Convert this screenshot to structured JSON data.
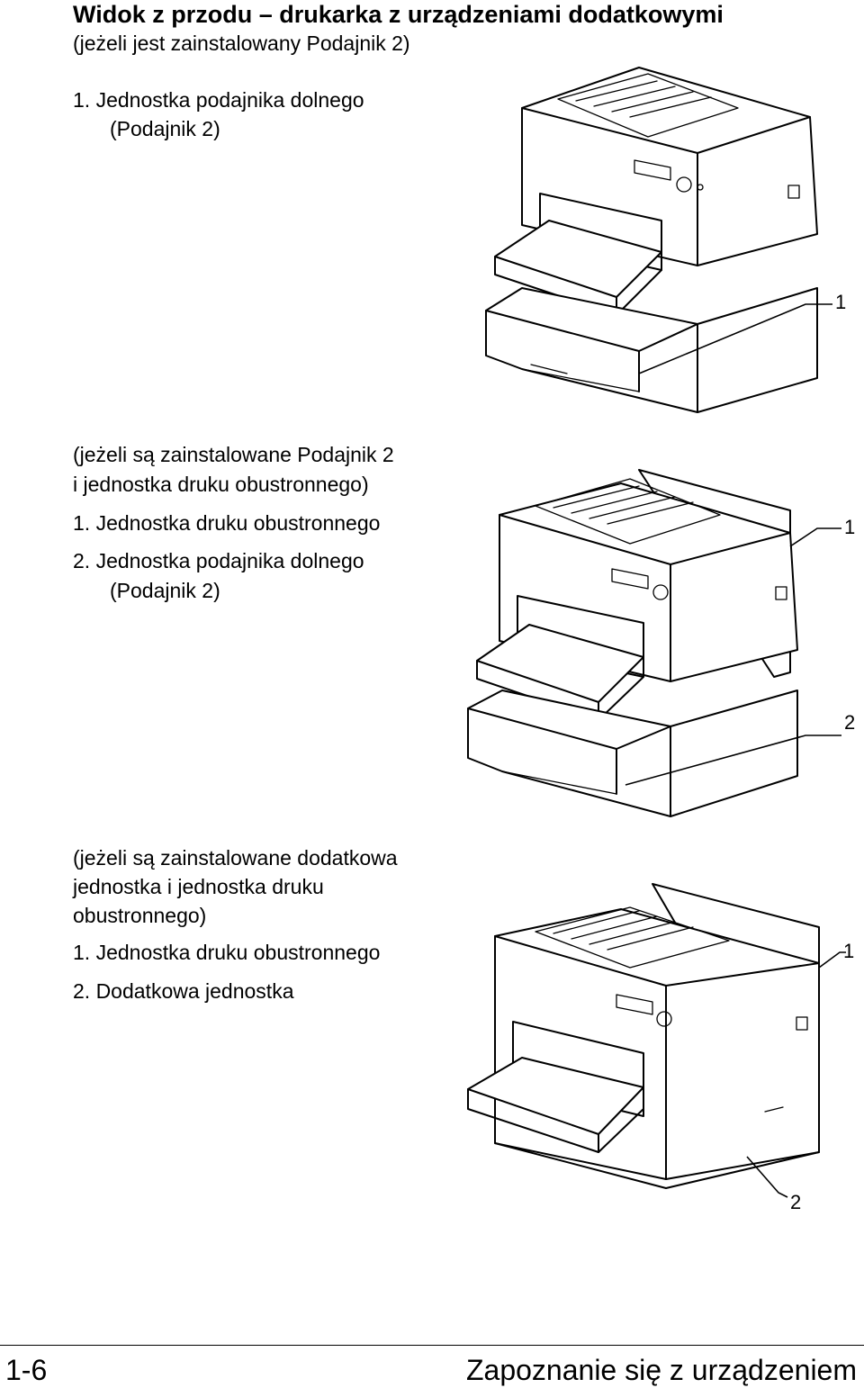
{
  "heading": "Widok z przodu – drukarka z urządzeniami dodatkowymi",
  "sections": [
    {
      "caption": "(jeżeli jest zainstalowany Podajnik 2)",
      "items": [
        "1.  Jednostka podajnika dolnego",
        "(Podajnik 2)"
      ],
      "callouts": [
        "1"
      ]
    },
    {
      "caption_lines": [
        "(jeżeli są zainstalowane Podajnik 2",
        "i jednostka druku obustronnego)"
      ],
      "items": [
        "1.  Jednostka druku obustronnego",
        "2.  Jednostka podajnika dolnego",
        "(Podajnik 2)"
      ],
      "callouts": [
        "1",
        "2"
      ]
    },
    {
      "caption_lines": [
        "(jeżeli są zainstalowane dodatkowa",
        "jednostka i jednostka druku",
        "obustronnego)"
      ],
      "items": [
        "1.  Jednostka druku obustronnego",
        "2.  Dodatkowa jednostka"
      ],
      "callouts": [
        "1",
        "2"
      ]
    }
  ],
  "footer": {
    "page_number": "1-6",
    "chapter_title": "Zapoznanie się z urządzeniem"
  }
}
